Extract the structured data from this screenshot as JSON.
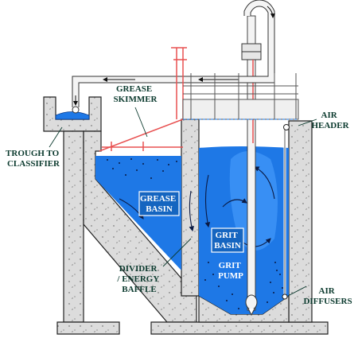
{
  "labels": {
    "grease_skimmer": [
      "GREASE",
      "SKIMMER"
    ],
    "trough_to_classifier": [
      "TROUGH TO",
      "CLASSIFIER"
    ],
    "air_header": [
      "AIR",
      "HEADER"
    ],
    "grease_basin": [
      "GREASE",
      "BASIN"
    ],
    "grit_basin": [
      "GRIT",
      "BASIN"
    ],
    "grit_pump": [
      "GRIT",
      "PUMP"
    ],
    "divider_energy_baffle": [
      "DIVIDER",
      "/ ENERGY",
      "BAFFLE"
    ],
    "air_diffusers": [
      "AIR",
      "DIFFUSERS"
    ]
  },
  "colors": {
    "water": "#1e78e6",
    "water_light": "#4fa3ff",
    "concrete": "#d9d9d9",
    "concrete_edge": "#222222",
    "pipe_red": "#e85050",
    "label_text": "#0b3a2e"
  }
}
